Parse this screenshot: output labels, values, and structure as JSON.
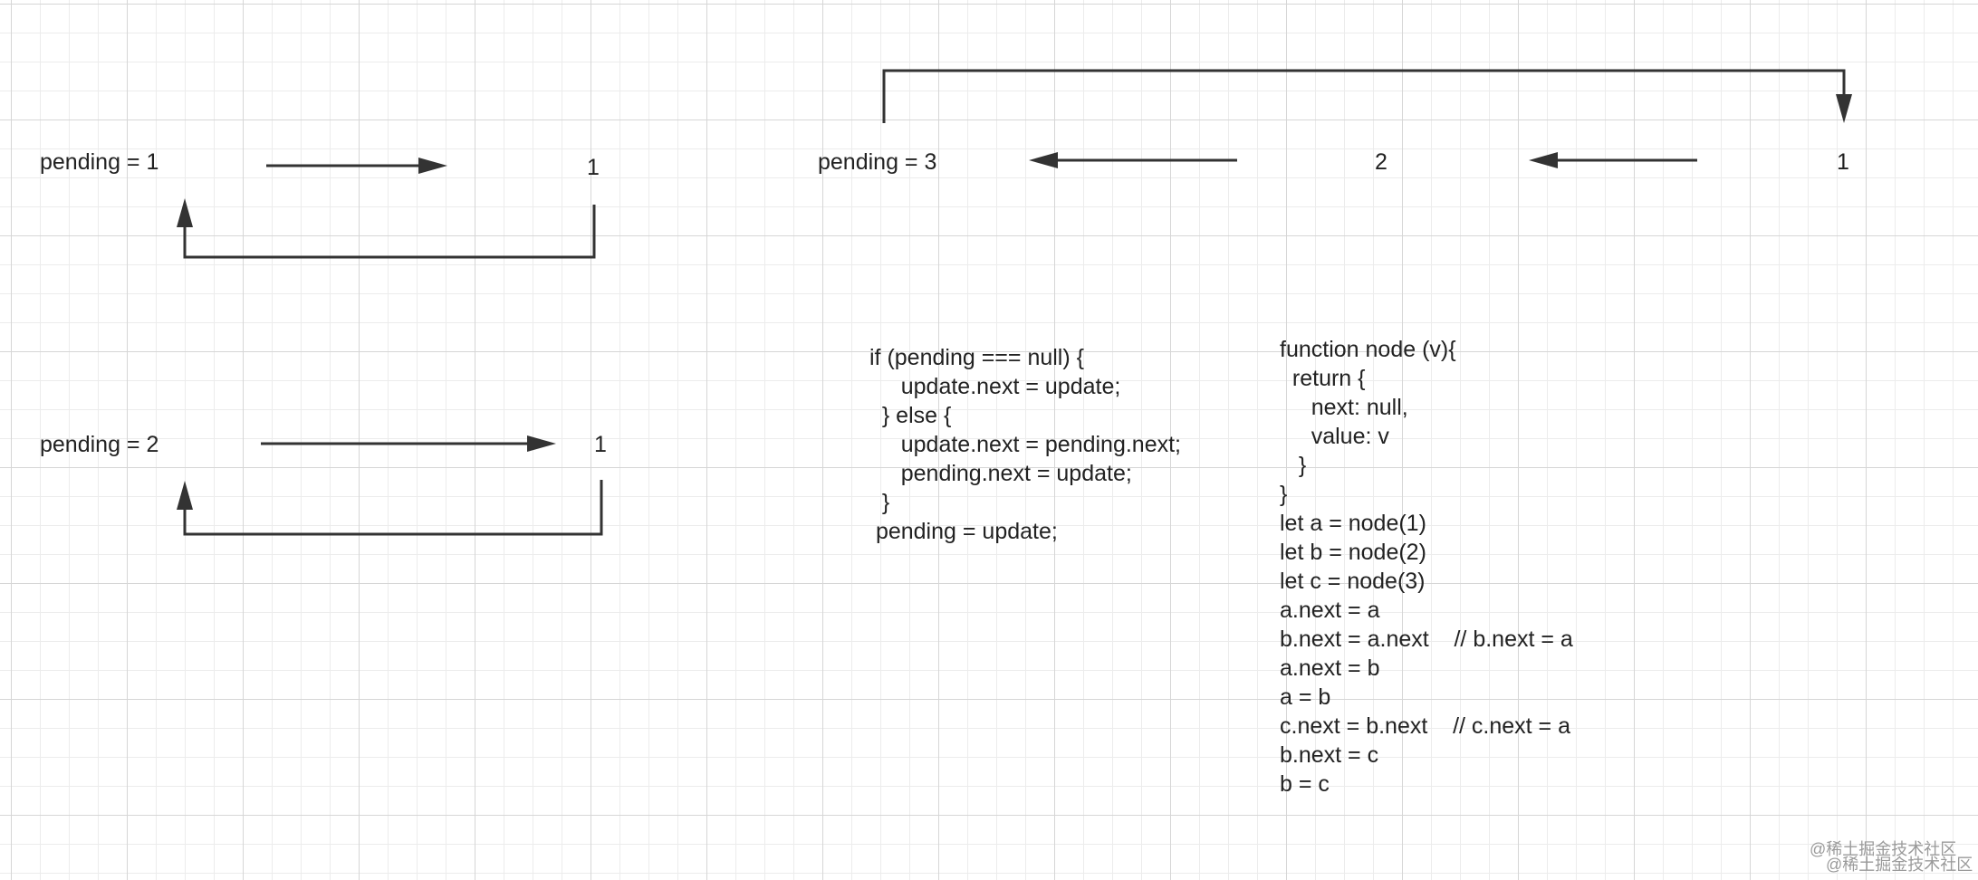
{
  "diagram_a": {
    "pending_label": "pending = 1",
    "node_label": "1"
  },
  "diagram_b": {
    "pending_label": "pending = 2",
    "node_label": "1"
  },
  "diagram_c": {
    "pending_label": "pending = 3",
    "node_2_label": "2",
    "node_1_label": "1"
  },
  "insert_code": [
    "if (pending === null) {",
    "     update.next = update;",
    "  } else {",
    "     update.next = pending.next;",
    "     pending.next = update;",
    "  }",
    " pending = update;"
  ],
  "node_code": [
    "function node (v){",
    "  return {",
    "     next: null,",
    "     value: v",
    "   }",
    "}",
    "let a = node(1)",
    "let b = node(2)",
    "let c = node(3)",
    "a.next = a",
    "b.next = a.next    // b.next = a",
    "a.next = b",
    "a = b",
    "c.next = b.next    // c.next = a",
    "b.next = c",
    "b = c"
  ],
  "watermark": {
    "line1": "@稀土掘金技术社区",
    "line2": "@稀土掘金技术社区"
  },
  "colors": {
    "line": "#333333",
    "text": "#222222",
    "grid_major": "#d6d6d6",
    "grid_minor": "#ececec"
  }
}
